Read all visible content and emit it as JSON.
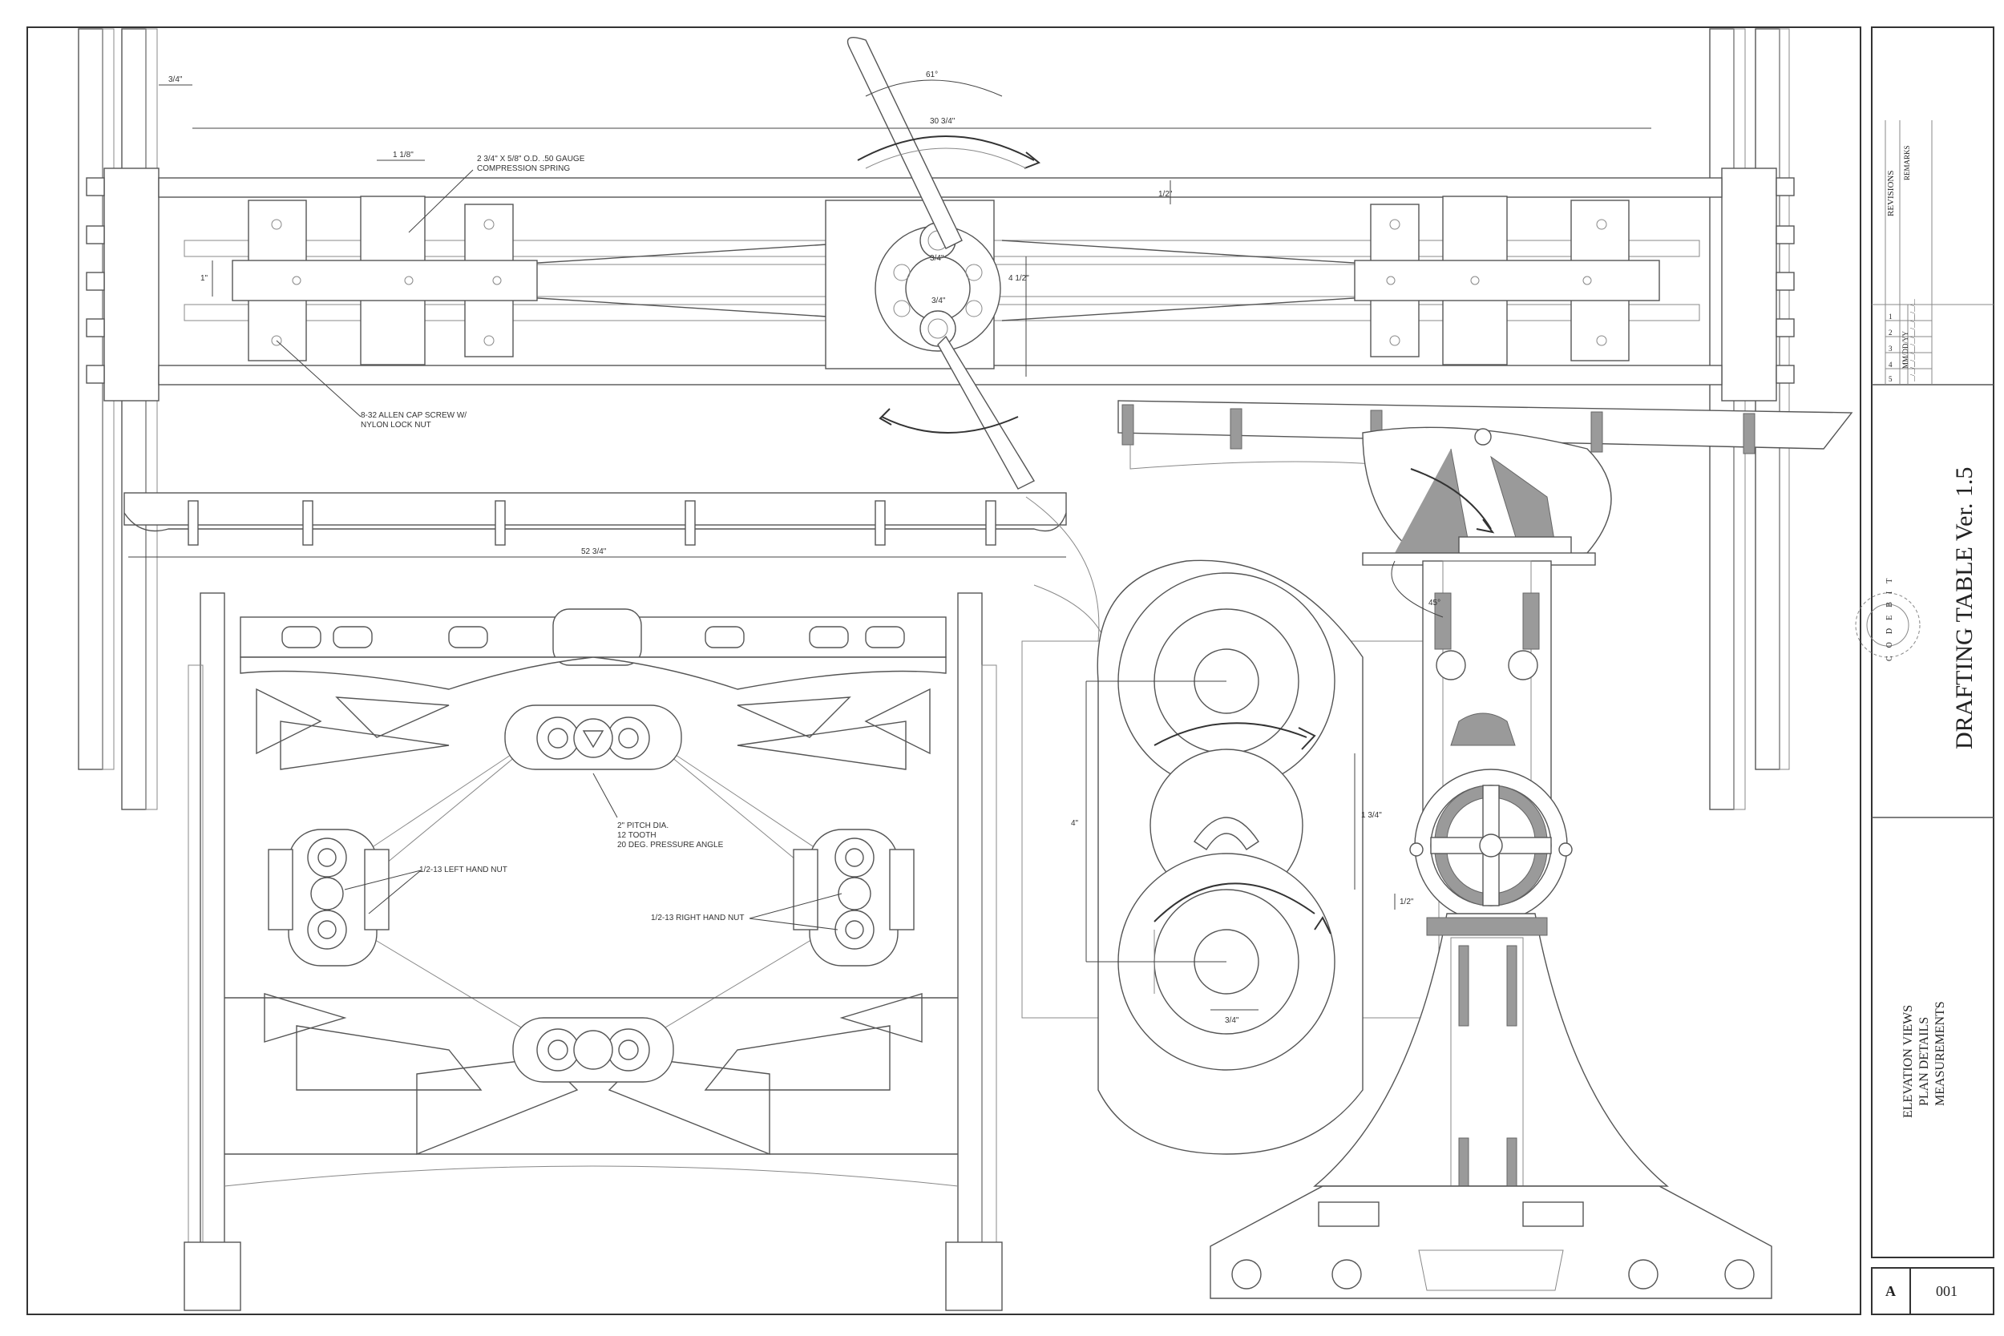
{
  "title_block": {
    "title": "DRAFTING TABLE Ver. 1.5",
    "logo_text": "CODEBIT",
    "revisions_header": "REVISIONS",
    "remarks_header": "REMARKS",
    "date_header": "MM/DD/YY",
    "revision_rows": [
      "1",
      "2",
      "3",
      "4",
      "5"
    ],
    "revision_dates": [
      "__/__/__",
      "__/__/__",
      "__/__/__",
      "__/__/__",
      "__/__/__"
    ],
    "description_lines": [
      "ELEVATION VIEWS",
      "PLAN DETAILS",
      "MEASUREMENTS"
    ],
    "sheet_letter": "A",
    "sheet_number": "001"
  },
  "annotations": {
    "spring": [
      "2 3/4\" X 5/8\" O.D. .50 GAUGE",
      "COMPRESSION SPRING"
    ],
    "cap_screw": [
      "8-32 ALLEN CAP SCREW W/",
      "NYLON LOCK NUT"
    ],
    "gear": [
      "2\" PITCH DIA.",
      "12 TOOTH",
      "20 DEG. PRESSURE ANGLE"
    ],
    "left_nut": "1/2-13 LEFT HAND NUT",
    "right_nut": "1/2-13 RIGHT  HAND NUT"
  },
  "dimensions": {
    "d_3_4_top": "3/4\"",
    "d_angle_top": "61°",
    "d_30_3_4": "30 3/4\"",
    "d_1_1_8": "1 1/8\"",
    "d_1_top": "1\"",
    "d_1_2_side": "1/2\"",
    "d_3_4_hub": "3/4\"",
    "d_4_1_2": "4 1/2\"",
    "d_3_4_hub2": "3/4\"",
    "d_52_3_4": "52 3/4\"",
    "d_angle_tilt": "45°",
    "d_4_gear": "4\"",
    "d_1_3_4": "1 3/4\"",
    "d_1_2_gear": "1/2\"",
    "d_3_4_gear": "3/4\""
  }
}
